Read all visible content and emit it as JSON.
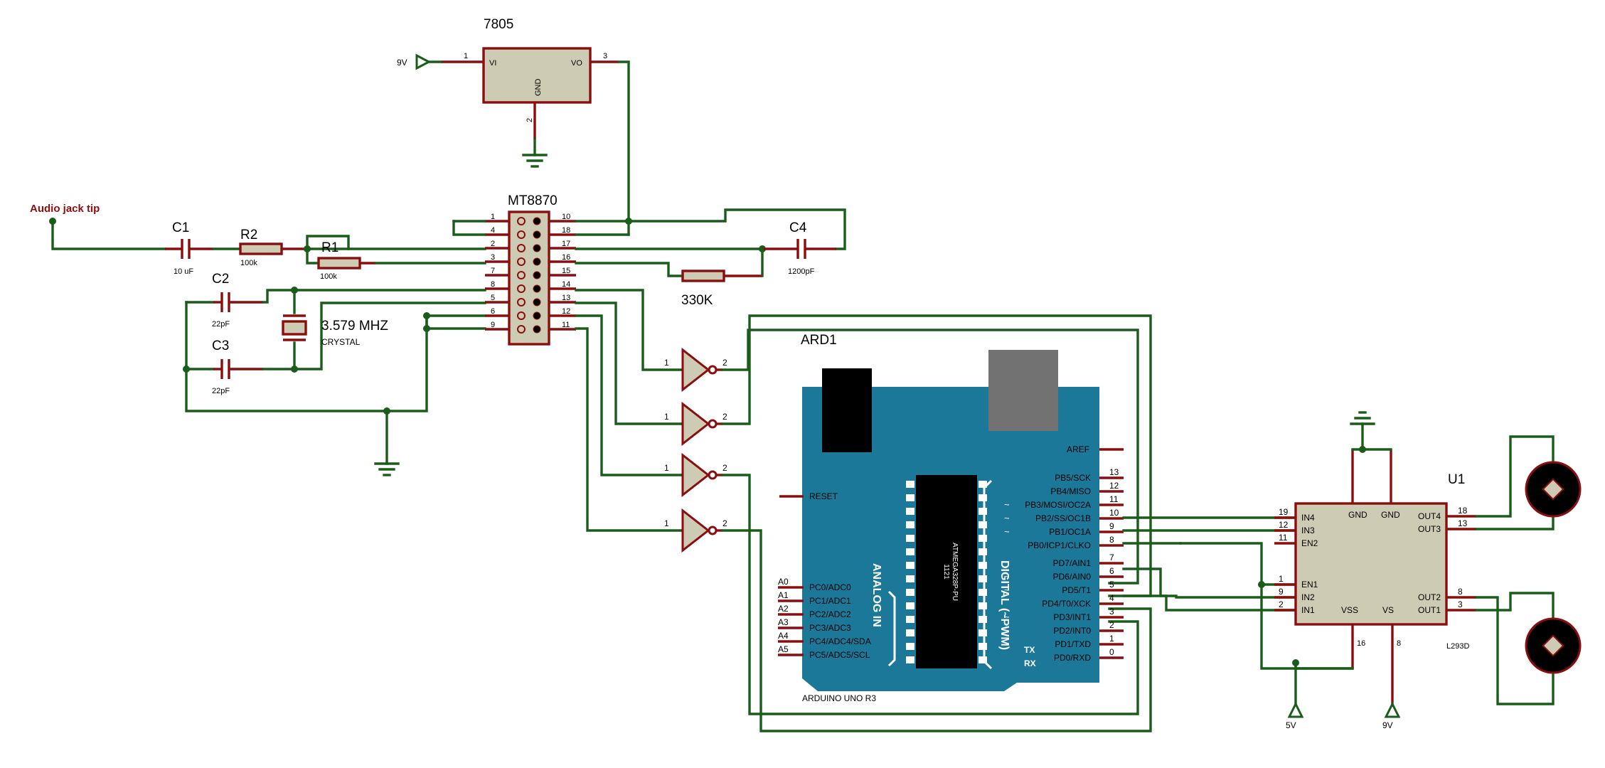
{
  "regulator": {
    "name": "7805",
    "vi": "VI",
    "vo": "VO",
    "gnd": "GND",
    "pin_in": "1",
    "pin_gnd": "2",
    "pin_out": "3",
    "supply": "9V"
  },
  "audio_jack": "Audio jack tip",
  "c1": {
    "ref": "C1",
    "value": "10 uF"
  },
  "r2": {
    "ref": "R2",
    "value": "100k"
  },
  "r1": {
    "ref": "R1",
    "value": "100k"
  },
  "c2": {
    "ref": "C2",
    "value": "22pF"
  },
  "c3": {
    "ref": "C3",
    "value": "22pF"
  },
  "c4": {
    "ref": "C4",
    "value": "1200pF"
  },
  "r330": {
    "value": "330K"
  },
  "crystal": {
    "freq": "3.579 MHZ",
    "label": "CRYSTAL"
  },
  "mt8870": {
    "name": "MT8870",
    "left_pins": [
      "1",
      "4",
      "2",
      "3",
      "7",
      "8",
      "5",
      "6",
      "9"
    ],
    "right_pins": [
      "10",
      "18",
      "17",
      "16",
      "15",
      "14",
      "13",
      "12",
      "11"
    ]
  },
  "inverters": {
    "in_pin": "1",
    "out_pin": "2"
  },
  "arduino": {
    "ref": "ARD1",
    "board": "ARDUINO UNO R3",
    "reset": "RESET",
    "aref": "AREF",
    "chip": "ATMEGA328P-PU",
    "chip_num": "1121",
    "analog_title": "ANALOG IN",
    "digital_title": "DIGITAL (~PWM)",
    "analog_pins": [
      {
        "num": "A0",
        "name": "PC0/ADC0"
      },
      {
        "num": "A1",
        "name": "PC1/ADC1"
      },
      {
        "num": "A2",
        "name": "PC2/ADC2"
      },
      {
        "num": "A3",
        "name": "PC3/ADC3"
      },
      {
        "num": "A4",
        "name": "PC4/ADC4/SDA"
      },
      {
        "num": "A5",
        "name": "PC5/ADC5/SCL"
      }
    ],
    "digital_pins": [
      {
        "num": "13",
        "name": "PB5/SCK",
        "pwm": ""
      },
      {
        "num": "12",
        "name": "PB4/MISO",
        "pwm": ""
      },
      {
        "num": "11",
        "name": "PB3/MOSI/OC2A",
        "pwm": "~"
      },
      {
        "num": "10",
        "name": "PB2/SS/OC1B",
        "pwm": "~"
      },
      {
        "num": "9",
        "name": "PB1/OC1A",
        "pwm": "~"
      },
      {
        "num": "8",
        "name": "PB0/ICP1/CLKO",
        "pwm": ""
      },
      {
        "num": "7",
        "name": "PD7/AIN1",
        "pwm": ""
      },
      {
        "num": "6",
        "name": "PD6/AIN0",
        "pwm": "~"
      },
      {
        "num": "5",
        "name": "PD5/T1",
        "pwm": "~"
      },
      {
        "num": "4",
        "name": "PD4/T0/XCK",
        "pwm": ""
      },
      {
        "num": "3",
        "name": "PD3/INT1",
        "pwm": "~"
      },
      {
        "num": "2",
        "name": "PD2/INT0",
        "pwm": ""
      },
      {
        "num": "1",
        "name": "PD1/TXD",
        "pwm": ""
      },
      {
        "num": "0",
        "name": "PD0/RXD",
        "pwm": ""
      }
    ],
    "tx": "TX",
    "rx": "RX"
  },
  "l293d": {
    "ref": "U1",
    "part": "L293D",
    "left_labels": [
      "IN4",
      "IN3",
      "EN2",
      "EN1",
      "IN2",
      "IN1"
    ],
    "left_nums": [
      "19",
      "12",
      "11",
      "1",
      "9",
      "2"
    ],
    "right_labels": [
      "OUT4",
      "OUT3",
      "OUT2",
      "OUT1"
    ],
    "right_nums": [
      "18",
      "13",
      "8",
      "3"
    ],
    "gnd1": "GND",
    "gnd2": "GND",
    "vss": "VSS",
    "vs": "VS",
    "vss_pin": "16",
    "vs_pin": "8"
  },
  "power": {
    "v5": "5V",
    "v9": "9V"
  }
}
